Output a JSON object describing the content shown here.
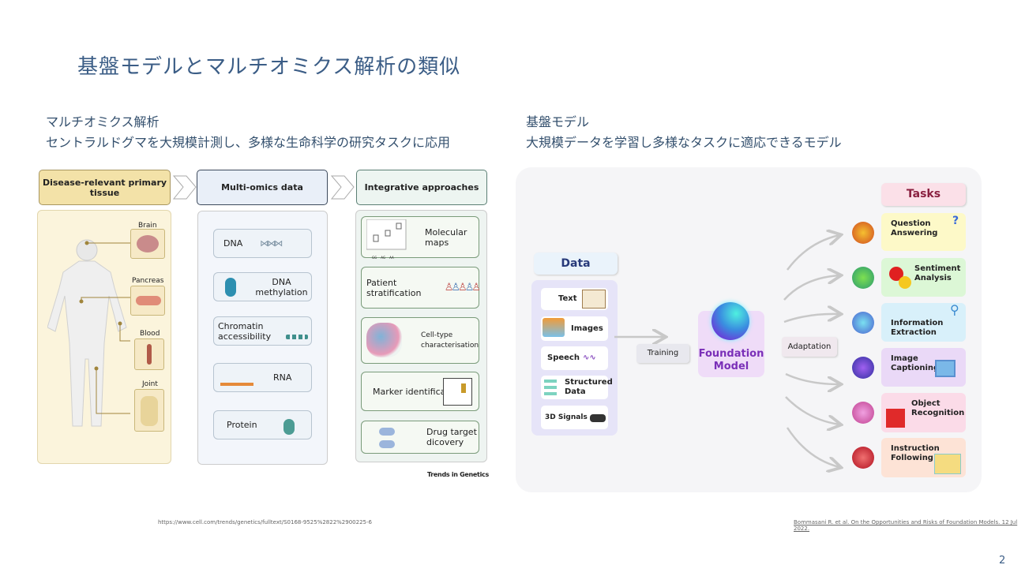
{
  "title": "基盤モデルとマルチオミクス解析の類似",
  "left": {
    "heading": "マルチオミクス解析",
    "desc": "セントラルドグマを大規模計測し、多様な生命科学の研究タスクに応用",
    "figure": {
      "headers": [
        "Disease-relevant primary tissue",
        "Multi-omics data",
        "Integrative approaches"
      ],
      "tissues": [
        "Brain",
        "Pancreas",
        "Blood",
        "Joint"
      ],
      "omics": [
        "DNA",
        "DNA methylation",
        "Chromatin accessibility",
        "RNA",
        "Protein"
      ],
      "approaches": [
        "Molecular maps",
        "Patient stratification",
        "Cell-type characterisation",
        "Marker identification",
        "Drug target dicovery"
      ],
      "map_ticks": [
        "GG",
        "AG",
        "AA"
      ],
      "credit": "Trends in Genetics"
    },
    "citation": "https://www.cell.com/trends/genetics/fulltext/S0168-9525%2822%2900225-6"
  },
  "right": {
    "heading": "基盤モデル",
    "desc": "大規模データを学習し多様なタスクに適応できるモデル",
    "figure": {
      "data_title": "Data",
      "data_items": [
        "Text",
        "Images",
        "Speech",
        "Structured Data",
        "3D Signals"
      ],
      "training": "Training",
      "model": "Foundation Model",
      "adaptation": "Adaptation",
      "tasks_title": "Tasks",
      "tasks": [
        {
          "label": "Question Answering",
          "color": "#fdf9c8"
        },
        {
          "label": "Sentiment Analysis",
          "color": "#dcf7d6"
        },
        {
          "label": "Information Extraction",
          "color": "#d8f0fa"
        },
        {
          "label": "Image Captioning",
          "color": "#ead9f7"
        },
        {
          "label": "Object Recognition",
          "color": "#fbdbe8"
        },
        {
          "label": "Instruction Following",
          "color": "#fde3d6"
        }
      ]
    },
    "citation": "Bommasani R. et al. On the Opportunities and Risks of Foundation Models. 12 Jul 2022."
  },
  "page_number": "2"
}
